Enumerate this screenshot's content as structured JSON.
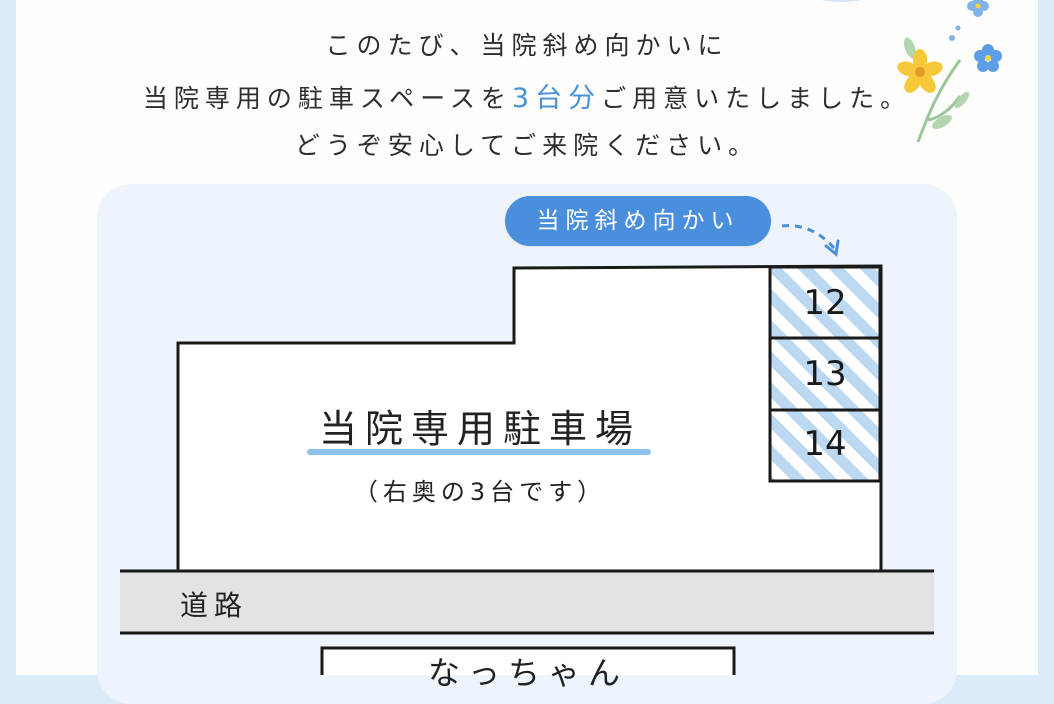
{
  "intro": {
    "line1": "このたび、当院斜め向かいに",
    "line2_before": "当院専用の駐車スペースを",
    "line2_highlight": "3台分",
    "line2_after": "ご用意いたしました。",
    "line3": "どうぞ安心してご来院ください。"
  },
  "map": {
    "callout": "当院斜め向かい",
    "lot_title": "当院専用駐車場",
    "lot_subtitle": "（右奥の3台です）",
    "slots": [
      "12",
      "13",
      "14"
    ],
    "road": "道路",
    "shop": "なっちゃん"
  },
  "colors": {
    "accent": "#4a8fdd",
    "highlight_text": "#4a90d9",
    "slot_stripe": "#bcd9f1",
    "underline": "#8fc2ea",
    "road": "#e3e3e3",
    "panel": "#eef4fb"
  }
}
